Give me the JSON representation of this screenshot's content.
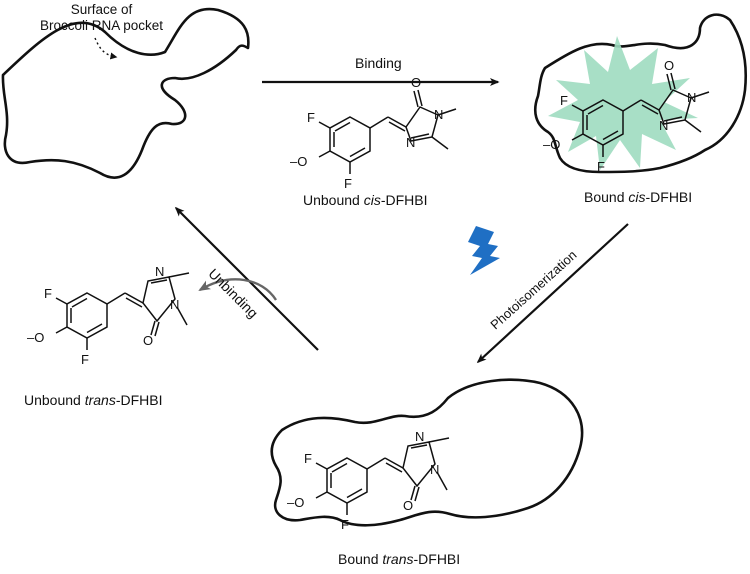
{
  "labels": {
    "surface_line1": "Surface of",
    "surface_line2": "Broccoli RNA pocket",
    "binding": "Binding",
    "unbinding": "Unbinding",
    "photoisomerization": "Photoisomerization",
    "unbound_cis_prefix": "Unbound ",
    "unbound_cis_italic": "cis",
    "unbound_cis_suffix": "-DFHBI",
    "bound_cis_prefix": "Bound ",
    "bound_cis_italic": "cis",
    "bound_cis_suffix": "-DFHBI",
    "unbound_trans_prefix": "Unbound ",
    "unbound_trans_italic": "trans",
    "unbound_trans_suffix": "-DFHBI",
    "bound_trans_prefix": "Bound ",
    "bound_trans_italic": "trans",
    "bound_trans_suffix": "-DFHBI"
  },
  "atoms": {
    "fluorine": "F",
    "oxygen_anion": "–O",
    "nitrogen": "N",
    "oxygen": "O"
  },
  "colors": {
    "outline": "#111111",
    "fluorescence_glow": "#9fdcc0",
    "lightning": "#1f6fc4",
    "unbinding_curve": "#666666"
  },
  "icons": {
    "light": "lightning-bolt-icon"
  }
}
